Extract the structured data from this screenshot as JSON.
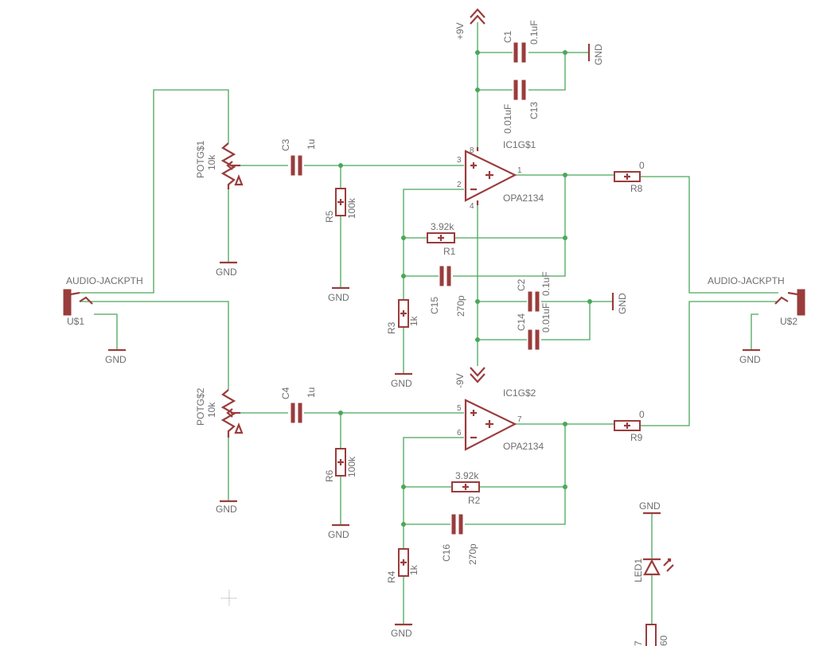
{
  "rails": {
    "pos": "+9V",
    "neg": "-9V"
  },
  "gnd": "GND",
  "jacks": [
    {
      "name": "U$1",
      "value": "AUDIO-JACKPTH"
    },
    {
      "name": "U$2",
      "value": "AUDIO-JACKPTH"
    }
  ],
  "pots": [
    {
      "name": "POTG$1",
      "value": "10k"
    },
    {
      "name": "POTG$2",
      "value": "10k"
    }
  ],
  "caps": {
    "C1": "0.1uF",
    "C13": "0.01uF",
    "C2": "0.1uF",
    "C14": "0.01uF",
    "C3": "1u",
    "C4": "1u",
    "C15": "270p",
    "C16": "270p"
  },
  "resistors": {
    "R5": "100k",
    "R6": "100k",
    "R1": "3.92k",
    "R2": "3.92k",
    "R3": "1k",
    "R4": "1k",
    "R8": "0",
    "R9": "0"
  },
  "opamps": [
    {
      "name": "IC1G$1",
      "value": "OPA2134",
      "pins": [
        "3",
        "2",
        "1",
        "8",
        "4"
      ]
    },
    {
      "name": "IC1G$2",
      "value": "OPA2134",
      "pins": [
        "5",
        "6",
        "7"
      ]
    }
  ],
  "led": {
    "name": "LED1"
  },
  "partial": {
    "left": "7",
    "right": "60"
  }
}
